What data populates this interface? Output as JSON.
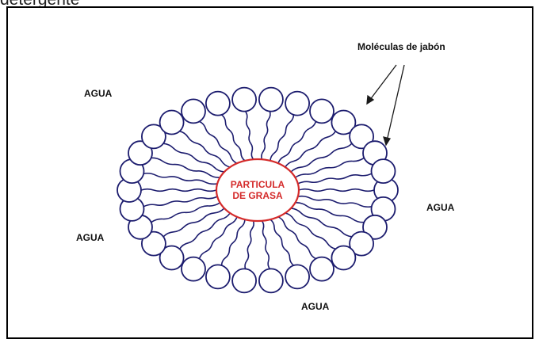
{
  "header_fragment": "detergente",
  "labels": {
    "soap_molecules": "Moléculas de jabón",
    "water_top_left": "AGUA",
    "water_right": "AGUA",
    "water_left": "AGUA",
    "water_bottom": "AGUA"
  },
  "core": {
    "line1": "PARTICULA",
    "line2": "DE GRASA"
  },
  "colors": {
    "molecule": "#1c1c6e",
    "core": "#d42a2a",
    "arrow": "#1a1a1a"
  }
}
